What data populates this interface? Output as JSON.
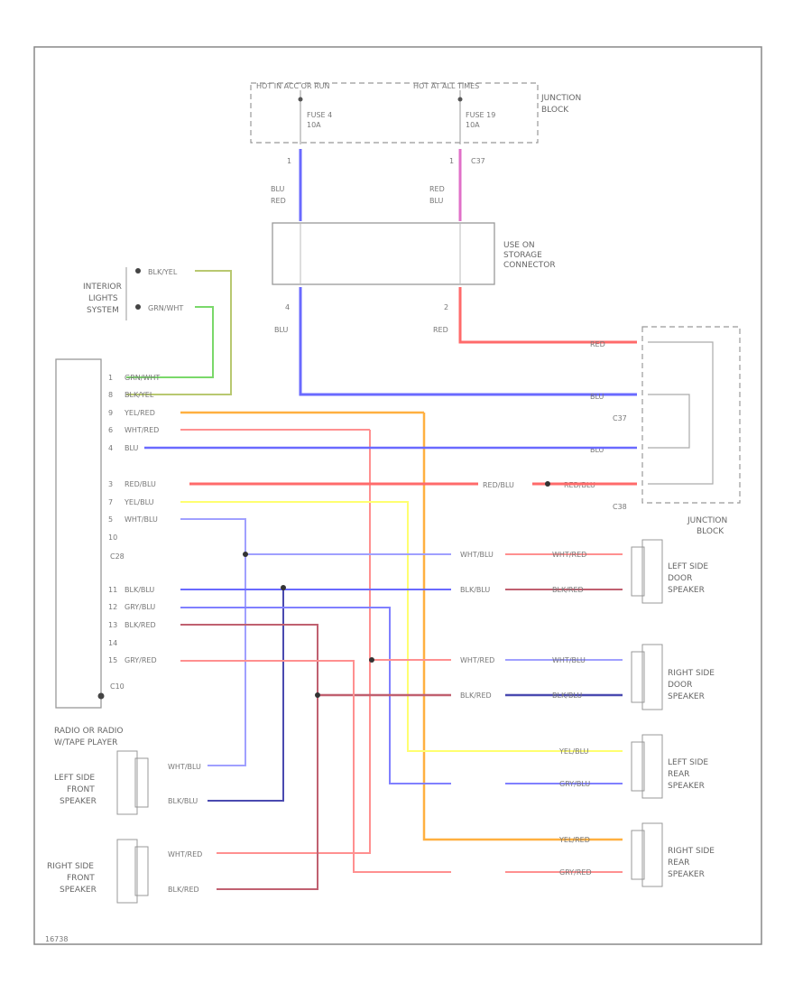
{
  "colors": {
    "blu": "#6a6aff",
    "red": "#ff6a6a",
    "pink": "#e070c8",
    "green": "#7ad86a",
    "olive": "#b8c870",
    "orange": "#ffb040",
    "yellow": "#ffff70",
    "dkred": "#c06070",
    "dkblu": "#4a4ab0",
    "gray": "#999999"
  },
  "fuse_box": {
    "left_hdr": "HOT IN ACC OR RUN",
    "right_hdr": "HOT AT ALL TIMES",
    "fuse1": "FUSE 4",
    "fuse1_amp": "10A",
    "fuse2": "FUSE 19",
    "fuse2_amp": "10A",
    "jb": "JUNCTION\nBLOCK",
    "pin_left": "1",
    "pin_right": "1",
    "conn_right": "C37"
  },
  "wires_top": {
    "blu_red": "BLU\nRED",
    "red_blu": "RED\nBLU",
    "blu": "BLU",
    "red": "RED",
    "pin_a": "4",
    "pin_b": "2"
  },
  "storage_conn": {
    "label": "USE ON\nSTORAGE\nCONNECTOR"
  },
  "interior": {
    "label": "INTERIOR\nLIGHTS\nSYSTEM",
    "w1": "BLK/YEL",
    "w2": "GRN/WHT"
  },
  "radio": {
    "label": "RADIO OR RADIO\nW/TAPE PLAYER",
    "c1": "C28",
    "c2": "C10",
    "pins": [
      {
        "pin": "1",
        "wire": "GRN/WHT"
      },
      {
        "pin": "8",
        "wire": "BLK/YEL"
      },
      {
        "pin": "9",
        "wire": "YEL/RED"
      },
      {
        "pin": "6",
        "wire": "WHT/RED"
      },
      {
        "pin": "4",
        "wire": "BLU"
      },
      {
        "pin": "3",
        "wire": "RED/BLU"
      },
      {
        "pin": "7",
        "wire": "YEL/BLU"
      },
      {
        "pin": "5",
        "wire": "WHT/BLU"
      },
      {
        "pin": "10",
        "wire": ""
      },
      {
        "pin": "11",
        "wire": "BLK/BLU"
      },
      {
        "pin": "12",
        "wire": "GRY/BLU"
      },
      {
        "pin": "13",
        "wire": "BLK/RED"
      },
      {
        "pin": "14",
        "wire": ""
      },
      {
        "pin": "15",
        "wire": "GRY/RED"
      }
    ]
  },
  "jb_right": {
    "label": "JUNCTION\nBLOCK",
    "c37": "C37",
    "c38": "C38",
    "red": "RED",
    "blu1": "BLU",
    "blu2": "BLU",
    "red_blu": "RED/BLU",
    "red_blu2": "RED/BLU"
  },
  "speakers": {
    "lsd": {
      "label": "LEFT SIDE\nDOOR\nSPEAKER",
      "w1a": "WHT/BLU",
      "w1b": "WHT/RED",
      "w2a": "BLK/BLU",
      "w2b": "BLK/RED"
    },
    "rsd": {
      "label": "RIGHT SIDE\nDOOR\nSPEAKER",
      "w1a": "WHT/RED",
      "w1b": "WHT/BLU",
      "w2a": "BLK/RED",
      "w2b": "BLK/BLU"
    },
    "lsr": {
      "label": "LEFT SIDE\nREAR\nSPEAKER",
      "w1": "YEL/BLU",
      "w2": "GRY/BLU"
    },
    "rsr": {
      "label": "RIGHT SIDE\nREAR\nSPEAKER",
      "w1": "YEL/RED",
      "w2": "GRY/RED"
    },
    "lsf": {
      "label": "LEFT SIDE\nFRONT\nSPEAKER",
      "w1": "WHT/BLU",
      "w2": "BLK/BLU"
    },
    "rsf": {
      "label": "RIGHT SIDE\nFRONT\nSPEAKER",
      "w1": "WHT/RED",
      "w2": "BLK/RED"
    }
  },
  "footer": "16738"
}
